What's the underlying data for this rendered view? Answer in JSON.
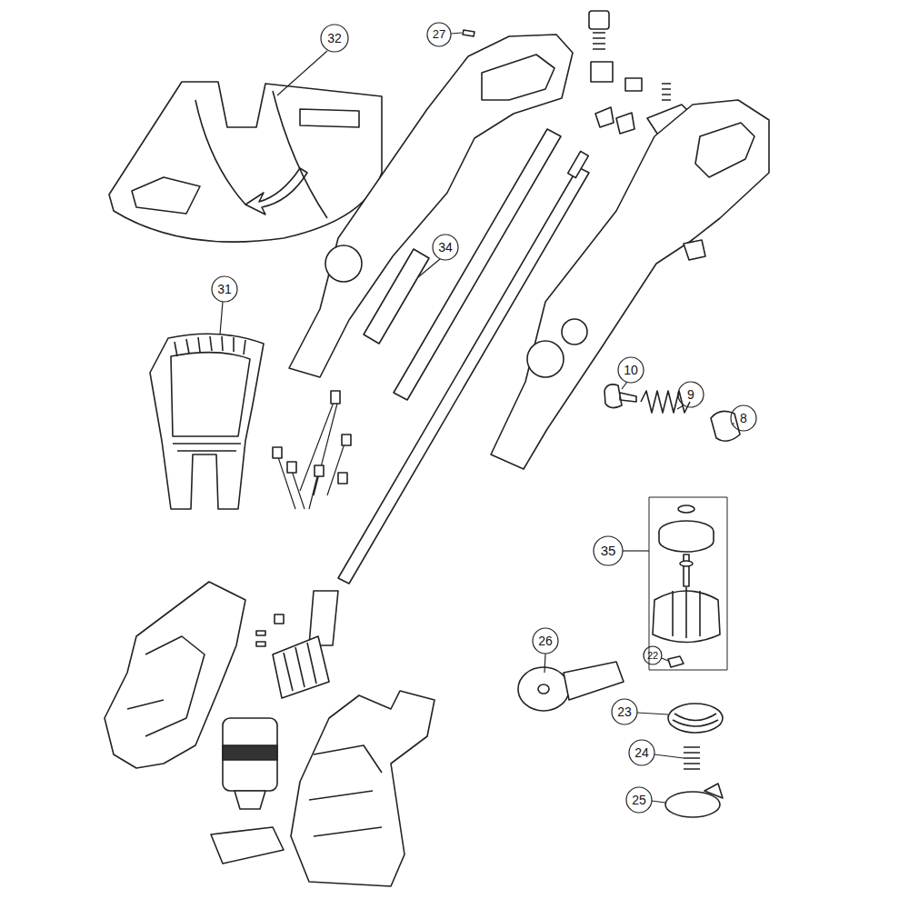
{
  "diagram": {
    "labels": [
      "32",
      "27",
      "34",
      "31",
      "10",
      "9",
      "8",
      "35",
      "26",
      "22",
      "23",
      "24",
      "25"
    ]
  }
}
